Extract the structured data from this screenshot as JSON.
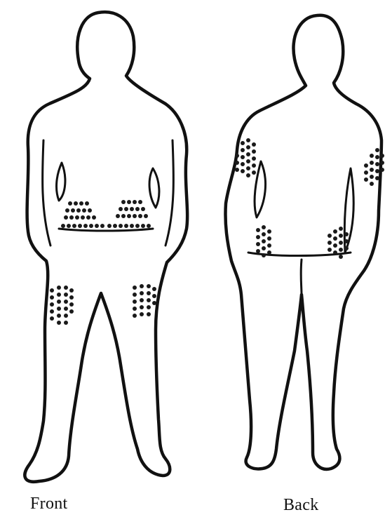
{
  "figure": {
    "views": [
      {
        "id": "front",
        "label": "Front"
      },
      {
        "id": "back",
        "label": "Back"
      }
    ],
    "injection_site_marks": {
      "front": [
        "left-abdomen",
        "right-abdomen",
        "left-thigh",
        "right-thigh"
      ],
      "back": [
        "left-upper-arm",
        "right-upper-arm",
        "left-buttock",
        "right-buttock"
      ]
    },
    "colors": {
      "line": "#111111",
      "dots": "#1a1a1a",
      "background": "#ffffff"
    }
  }
}
